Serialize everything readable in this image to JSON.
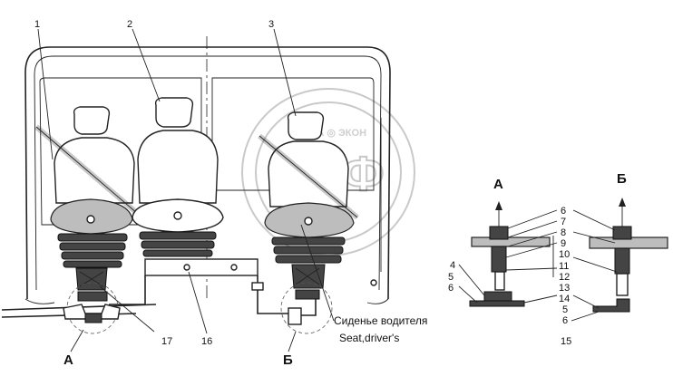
{
  "callouts": {
    "main": [
      "1",
      "2",
      "3",
      "16",
      "17"
    ],
    "right_a": [
      "4",
      "5",
      "6"
    ],
    "right_b": [
      "6",
      "7",
      "8",
      "9",
      "10",
      "11",
      "12",
      "13",
      "14",
      "5",
      "6",
      "15"
    ]
  },
  "views": {
    "a_label": "А",
    "b_label": "Б"
  },
  "caption": {
    "ru": "Сиденье водителя",
    "en": "Seat,driver's"
  },
  "watermark": {
    "logo_text": "ЭПФ",
    "ring_text": "ТЕХНА ◎ ЭКОН"
  }
}
